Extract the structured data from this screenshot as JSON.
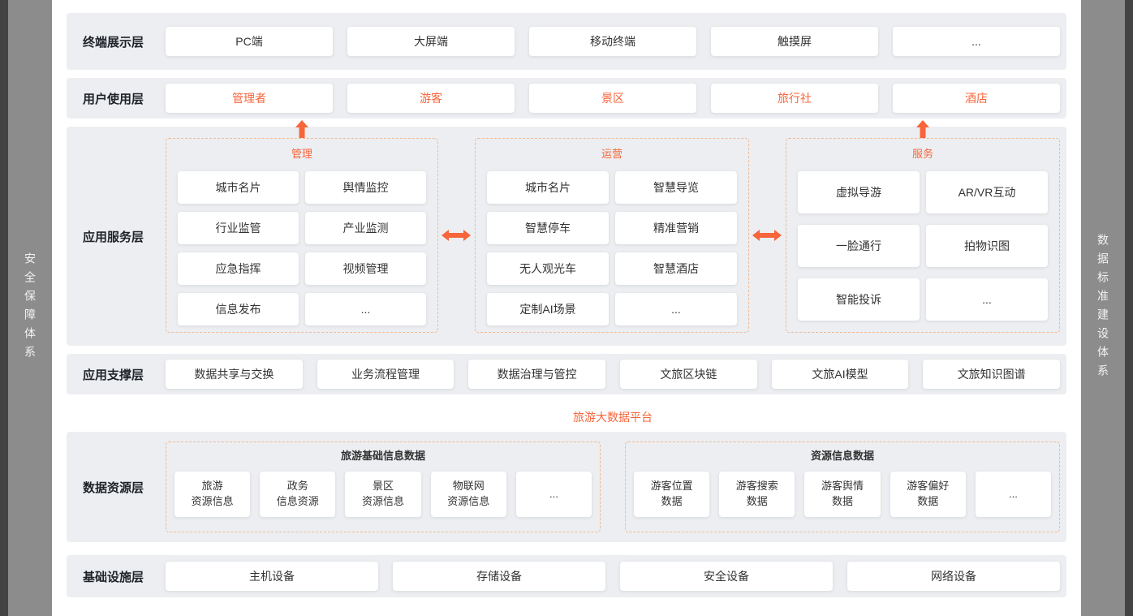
{
  "colors": {
    "accent": "#f7653b",
    "dashed_border": "#f0b993",
    "row_bg": "#eceef1",
    "panel_bg": "#ffffff",
    "side_bg": "#8c8c8c",
    "edge_bg": "#434343",
    "card_text": "#333333",
    "label_text": "#1f2329"
  },
  "sidebars": {
    "left_label": "安全保障体系",
    "right_label": "数据标准建设体系"
  },
  "layers": {
    "terminal": {
      "label": "终端展示层",
      "items": [
        "PC端",
        "大屏端",
        "移动终端",
        "触摸屏",
        "..."
      ]
    },
    "users": {
      "label": "用户使用层",
      "items": [
        "管理者",
        "游客",
        "景区",
        "旅行社",
        "酒店"
      ]
    },
    "app_service": {
      "label": "应用服务层",
      "groups": [
        {
          "title": "管理",
          "items": [
            "城市名片",
            "舆情监控",
            "行业监管",
            "产业监测",
            "应急指挥",
            "视频管理",
            "信息发布",
            "..."
          ]
        },
        {
          "title": "运营",
          "items": [
            "城市名片",
            "智慧导览",
            "智慧停车",
            "精准营销",
            "无人观光车",
            "智慧酒店",
            "定制AI场景",
            "..."
          ]
        },
        {
          "title": "服务",
          "items": [
            "虚拟导游",
            "AR/VR互动",
            "一脸通行",
            "拍物识图",
            "智能投诉",
            "..."
          ]
        }
      ]
    },
    "app_support": {
      "label": "应用支撑层",
      "items": [
        "数据共享与交换",
        "业务流程管理",
        "数据治理与管控",
        "文旅区块链",
        "文旅AI模型",
        "文旅知识图谱"
      ]
    },
    "platform": {
      "label": "旅游大数据平台"
    },
    "data_resource": {
      "label": "数据资源层",
      "groups": [
        {
          "title": "旅游基础信息数据",
          "items": [
            "旅游\n资源信息",
            "政务\n信息资源",
            "景区\n资源信息",
            "物联网\n资源信息",
            "..."
          ]
        },
        {
          "title": "资源信息数据",
          "items": [
            "游客位置\n数据",
            "游客搜索\n数据",
            "游客舆情\n数据",
            "游客偏好\n数据",
            "..."
          ]
        }
      ]
    },
    "infrastructure": {
      "label": "基础设施层",
      "items": [
        "主机设备",
        "存储设备",
        "安全设备",
        "网络设备"
      ]
    }
  }
}
